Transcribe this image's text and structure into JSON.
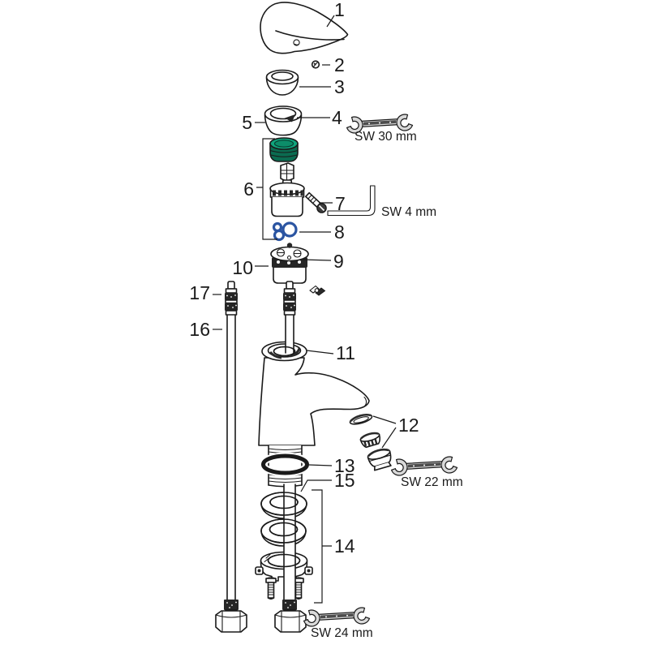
{
  "labels": {
    "p1": "1",
    "p2": "2",
    "p3": "3",
    "p4": "4",
    "p5": "5",
    "p6": "6",
    "p7": "7",
    "p8": "8",
    "p9": "9",
    "p10": "10",
    "p11": "11",
    "p12": "12",
    "p13": "13",
    "p14": "14",
    "p15": "15",
    "p16": "16",
    "p17": "17"
  },
  "tools": {
    "sw30": {
      "label": "SW 30 mm"
    },
    "sw4": {
      "label": "SW 4 mm"
    },
    "sw22": {
      "label": "SW 22 mm"
    },
    "sw24": {
      "label": "SW 24 mm"
    }
  },
  "colors": {
    "background": "#FFFFFF",
    "line": "#1A1A1A",
    "ink_dark": "#262626",
    "seal_green": "#0FA57D",
    "seal_green_mid": "#0C8D69",
    "seal_green_dark": "#0B6B50",
    "gasket_blue": "#2B55A2",
    "tool_gray": "#D9D9D9",
    "tool_dark": "#4D4D4D"
  }
}
